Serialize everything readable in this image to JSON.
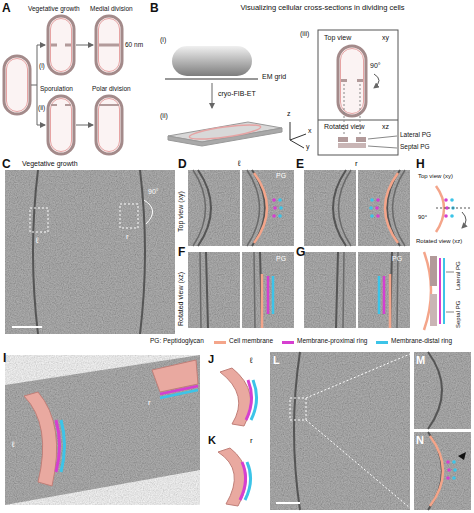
{
  "diagram": {
    "labels": [
      "A",
      "Vegetative growth",
      "Medial division",
      "(i)",
      "(ii)",
      "Sporulation",
      "Polar division",
      "60 nm",
      "B",
      "Visualizing cellular cross-sections in dividing cells",
      "(i)",
      "EM grid",
      "cryo-FIB-ET",
      "(ii)",
      "x",
      "y",
      "z",
      "(iii)",
      "Top view",
      "xy",
      "90°",
      "Rotated view",
      "xz",
      "Lateral PG",
      "Septal PG",
      "C",
      "Vegetative growth",
      "ℓ",
      "r",
      "90°",
      "D",
      "E",
      "ℓ",
      "r",
      "Top view (xy)",
      "PG",
      "F",
      "G",
      "Rotated view (xz)",
      "PG",
      "PG",
      "H",
      "Top view (xy)",
      "90°",
      "Rotated view (xz)",
      "Lateral PG",
      "Septal PG",
      "PG: Peptidoglycan",
      "I",
      "ℓ",
      "r",
      "J",
      "ℓ",
      "K",
      "r",
      "L",
      "M",
      "N"
    ],
    "legend": [
      {
        "text": "Cell membrane",
        "color": "#f4a58a"
      },
      {
        "text": "Membrane-proximal ring",
        "color": "#d63fd0"
      },
      {
        "text": "Membrane-distal ring",
        "color": "#3cc4e8"
      }
    ]
  }
}
